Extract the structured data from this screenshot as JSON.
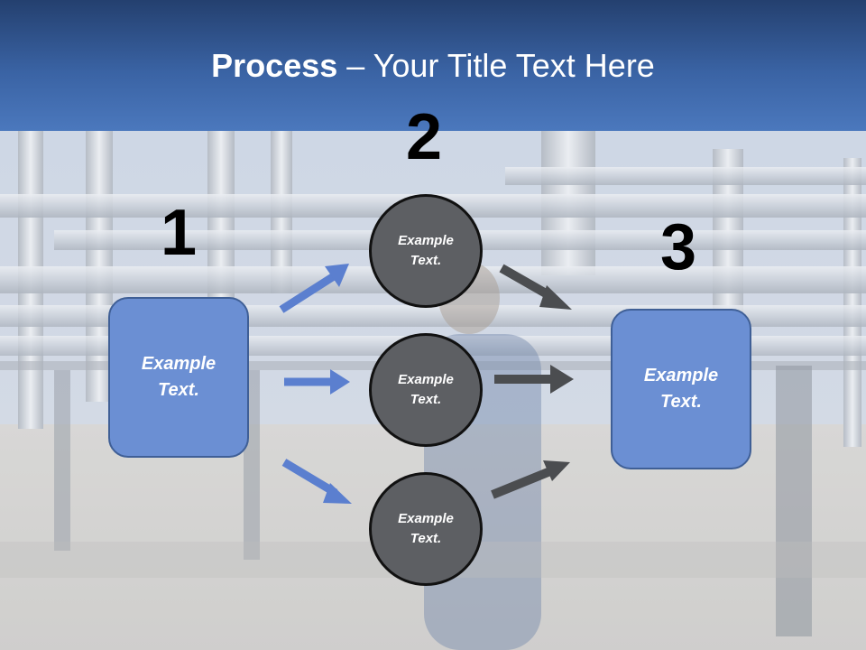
{
  "title": {
    "bold": "Process",
    "rest": " – Your Title Text Here"
  },
  "steps": {
    "one": "1",
    "two": "2",
    "three": "3"
  },
  "left_box": {
    "line1": "Example",
    "line2": "Text."
  },
  "right_box": {
    "line1": "Example",
    "line2": "Text."
  },
  "circles": [
    {
      "line1": "Example",
      "line2": "Text."
    },
    {
      "line1": "Example",
      "line2": "Text."
    },
    {
      "line1": "Example",
      "line2": "Text."
    }
  ],
  "colors": {
    "header": "#3a63a4",
    "box": "#6b8fd3",
    "circle": "#5d5f63",
    "arrow_blue": "#5b7fcf",
    "arrow_dark": "#4b4d50"
  }
}
